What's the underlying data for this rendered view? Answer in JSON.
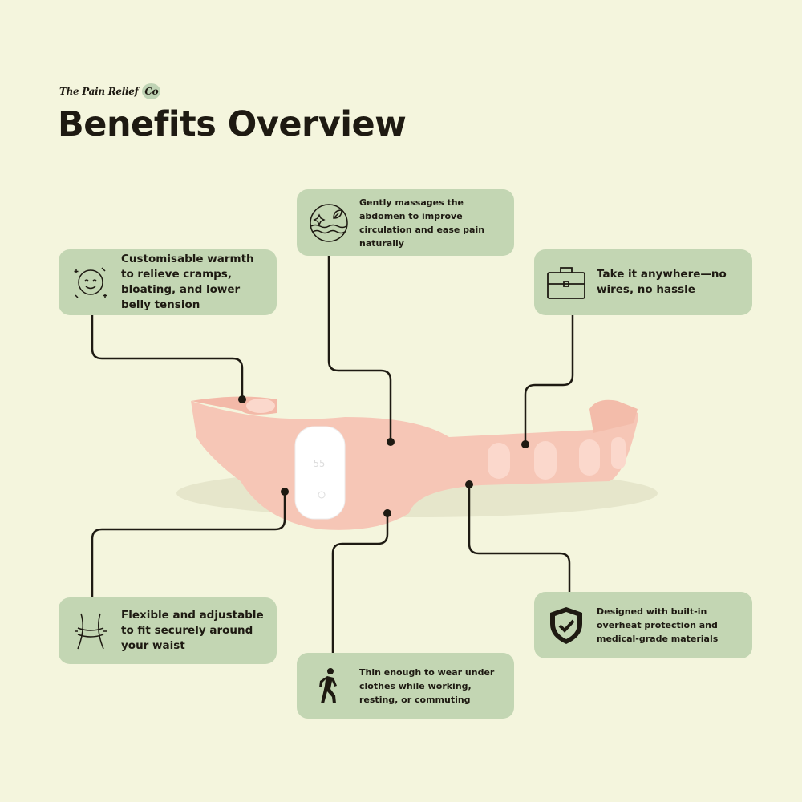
{
  "brand": {
    "name": "The Pain Relief",
    "suffix": "Co"
  },
  "title": "Benefits Overview",
  "benefits": [
    {
      "icon": "smiley-warmth-icon",
      "text": "Customisable warmth to relieve cramps, bloating, and lower belly tension"
    },
    {
      "icon": "massage-leaf-icon",
      "text": "Gently massages the abdomen to improve circulation and ease pain naturally"
    },
    {
      "icon": "briefcase-icon",
      "text": "Take it anywhere—no wires, no hassle"
    },
    {
      "icon": "waist-measure-icon",
      "text": "Flexible and adjustable to fit securely around your waist"
    },
    {
      "icon": "walking-person-icon",
      "text": "Thin enough to wear under clothes while working, resting, or commuting"
    },
    {
      "icon": "shield-check-icon",
      "text": "Designed with built-in overheat protection and medical-grade materials"
    }
  ],
  "device": {
    "display": "55"
  },
  "colors": {
    "background": "#f4f5dd",
    "box": "#c3d6b3",
    "belt": "#f6c6b6",
    "line": "#1e1a12"
  }
}
